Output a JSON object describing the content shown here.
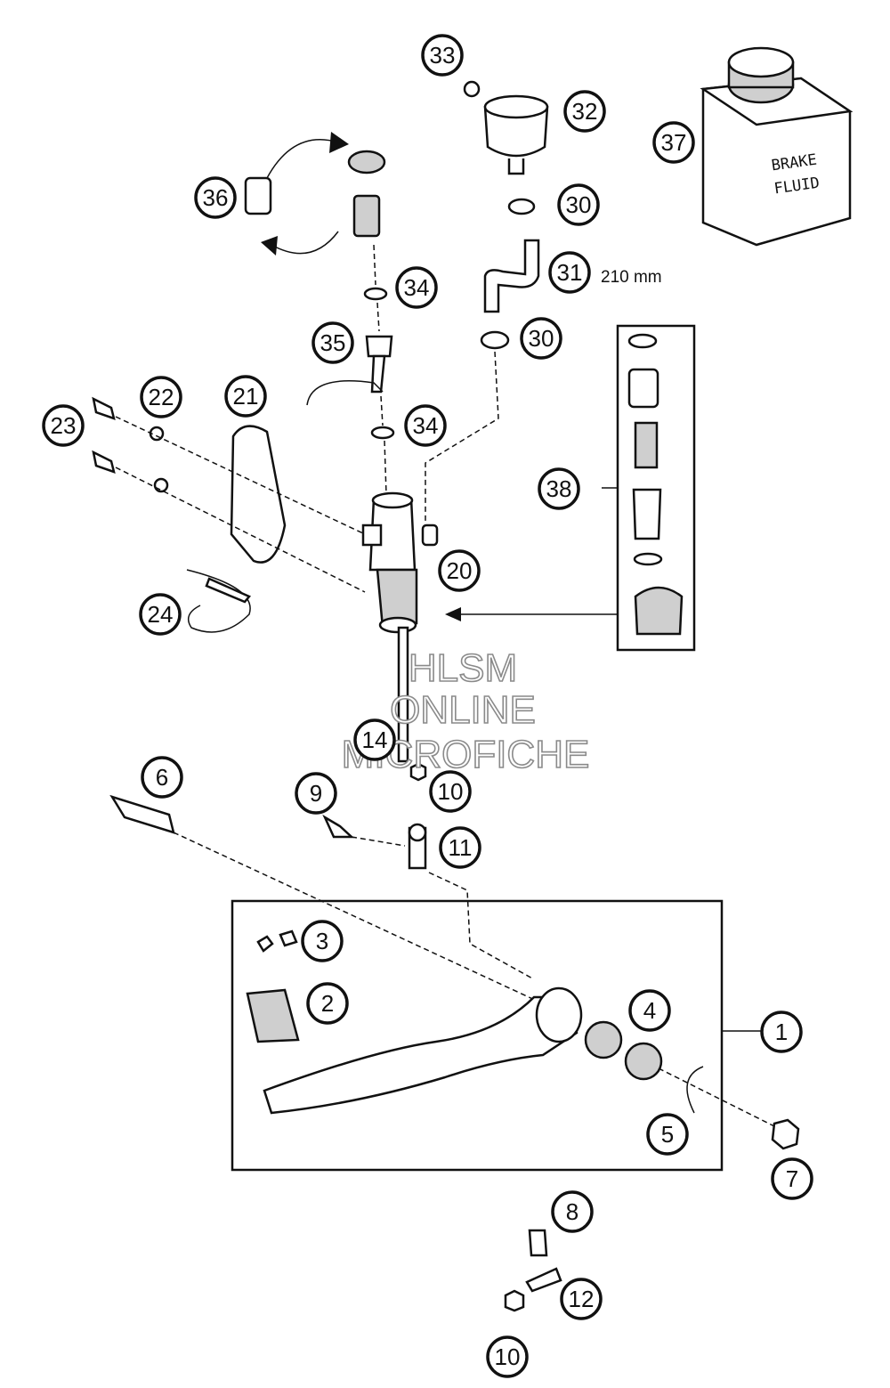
{
  "diagram": {
    "callouts": [
      {
        "id": "c33",
        "label": "33"
      },
      {
        "id": "c32",
        "label": "32"
      },
      {
        "id": "c37",
        "label": "37"
      },
      {
        "id": "c36",
        "label": "36"
      },
      {
        "id": "c30a",
        "label": "30"
      },
      {
        "id": "c31",
        "label": "31"
      },
      {
        "id": "c34a",
        "label": "34"
      },
      {
        "id": "c35",
        "label": "35"
      },
      {
        "id": "c30b",
        "label": "30"
      },
      {
        "id": "c23",
        "label": "23"
      },
      {
        "id": "c22",
        "label": "22"
      },
      {
        "id": "c21",
        "label": "21"
      },
      {
        "id": "c34b",
        "label": "34"
      },
      {
        "id": "c38",
        "label": "38"
      },
      {
        "id": "c20",
        "label": "20"
      },
      {
        "id": "c24",
        "label": "24"
      },
      {
        "id": "c14",
        "label": "14"
      },
      {
        "id": "c6",
        "label": "6"
      },
      {
        "id": "c9",
        "label": "9"
      },
      {
        "id": "c10a",
        "label": "10"
      },
      {
        "id": "c11",
        "label": "11"
      },
      {
        "id": "c3",
        "label": "3"
      },
      {
        "id": "c2",
        "label": "2"
      },
      {
        "id": "c4",
        "label": "4"
      },
      {
        "id": "c1",
        "label": "1"
      },
      {
        "id": "c5",
        "label": "5"
      },
      {
        "id": "c7",
        "label": "7"
      },
      {
        "id": "c8",
        "label": "8"
      },
      {
        "id": "c12",
        "label": "12"
      },
      {
        "id": "c10b",
        "label": "10"
      }
    ],
    "hose_length": "210 mm",
    "brake_fluid_label": [
      "BRAKE",
      "FLUID"
    ],
    "watermark": [
      "HLSM",
      "ONLINE",
      "MICROFICHE"
    ]
  }
}
